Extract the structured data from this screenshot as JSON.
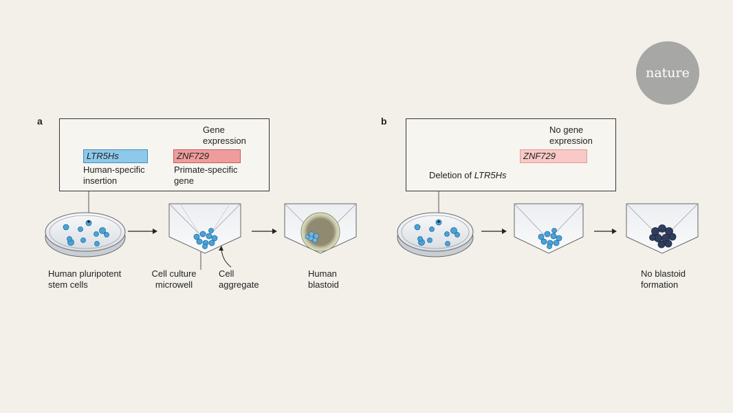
{
  "brand": {
    "logo_text": "nature"
  },
  "panel_a": {
    "letter": "a",
    "gene_expression": "Gene\nexpression",
    "ltr_label": "LTR5Hs",
    "znf_label": "ZNF729",
    "ltr_caption": "Human-specific\ninsertion",
    "znf_caption": "Primate-specific\ngene",
    "dish_caption": "Human pluripotent\nstem cells",
    "microwell_caption": "Cell culture\nmicrowell",
    "aggregate_caption": "Cell\naggregate",
    "blastoid_caption": "Human\nblastoid"
  },
  "panel_b": {
    "letter": "b",
    "no_expression": "No gene\nexpression",
    "deletion_prefix": "Deletion of ",
    "deletion_gene": "LTR5Hs",
    "znf_label": "ZNF729",
    "no_blastoid_caption": "No blastoid\nformation"
  },
  "colors": {
    "background": "#f3f0e9",
    "ltr_fill": "#8ec8ea",
    "ltr_faded": "#cfe3ee",
    "znf_fill": "#ef9c9c",
    "znf_faded": "#f8c9c6",
    "cell_blue": "#4aa3d8",
    "dark_cells": "#2f3e5c",
    "logo_gray": "#a7a7a5"
  }
}
